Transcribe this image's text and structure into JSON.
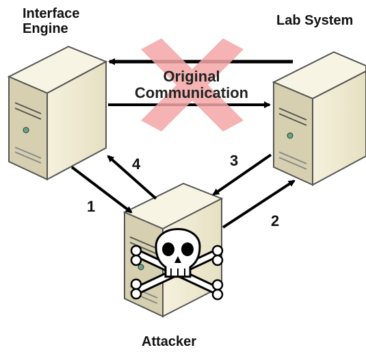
{
  "nodes": {
    "interface_engine": {
      "line1": "Interface",
      "line2": "Engine"
    },
    "lab_system": {
      "label": "Lab System"
    },
    "attacker": {
      "label": "Attacker"
    }
  },
  "original_communication": {
    "line1": "Original",
    "line2": "Communication"
  },
  "steps": [
    "1",
    "2",
    "3",
    "4"
  ],
  "colors": {
    "server_body": "#f1edd6",
    "server_side": "#c9c3a3",
    "cross": "#f4a6a6",
    "arrow": "#000000"
  },
  "icons": {
    "attacker_overlay": "skull-crossbones-icon"
  }
}
